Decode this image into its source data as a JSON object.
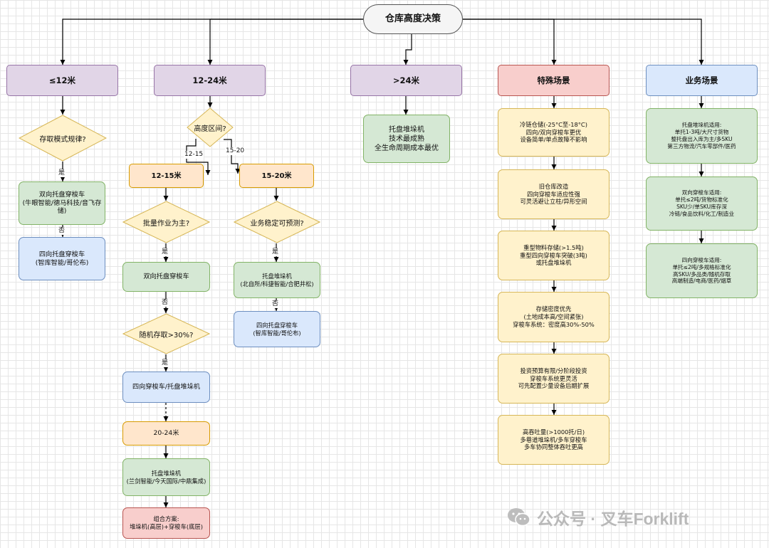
{
  "title": "仓库高度决策",
  "headers": {
    "h12": "≤12米",
    "h1224": "12-24米",
    "h24": ">24米",
    "special": "特殊场景",
    "business": "业务场景"
  },
  "col1": {
    "q": "存取模式规律?",
    "yes": "是",
    "no": "否",
    "a": "双向托盘穿梭车\n(牛眼智能/德马科技/音飞存储)",
    "b": "四向托盘穿梭车\n(智库智能/哥伦布)"
  },
  "col2": {
    "q": "高度区间?",
    "l1215": "12-15",
    "l1520": "15-20",
    "r1215": "12-15米",
    "q_batch": "批量作业为主?",
    "yes1": "是",
    "a1": "双向托盘穿梭车",
    "no1": "否",
    "q_random": "随机存取>30%?",
    "yes2": "是",
    "a2": "四向穿梭车/托盘堆垛机",
    "r2024": "20-24米",
    "a3": "托盘堆垛机\n(兰剑智能/今天国际/中鼎集成)",
    "a4": "组合方案:\n堆垛机(高层)+穿梭车(底层)"
  },
  "col3": {
    "r1520": "15-20米",
    "q": "业务稳定可预测?",
    "yes": "是",
    "a": "托盘堆垛机\n(北自所/科捷智能/合肥井松)",
    "no": "否",
    "b": "四向托盘穿梭车\n(智库智能/哥伦布)"
  },
  "col4": {
    "a": "托盘堆垛机\n技术最成熟\n全生命周期成本最优"
  },
  "special": [
    "冷链仓储(-25°C至-18°C)\n四向/双向穿梭车更优\n设备简单/单点故障不影响",
    "旧仓库改造\n四向穿梭车适应性强\n可灵活避让立柱/异形空间",
    "重型物料存储(>1.5吨)\n重型四向穿梭车突破(3吨)\n或托盘堆垛机",
    "存储密度优先\n(土地成本高/空间紧张)\n穿梭车系统：密度高30%-50%",
    "投资预算有限/分阶段投资\n穿梭车系统更灵活\n可先配置少量设备后期扩展",
    "高吞吐量(>1000托/日)\n多巷道堆垛机/多车穿梭车\n多车协同整体吞吐更高"
  ],
  "business": [
    "托盘堆垛机适用:\n单托1-3吨/大尺寸货物\n整托盘出入库为主/多SKU\n第三方物流/汽车零部件/医药",
    "双向穿梭车适用:\n单托≤2吨/货物标准化\nSKU少/单SKU库存深\n冷链/食品饮料/化工/制造业",
    "四向穿梭车适用:\n单托≤2吨/多规格标准化\n高SKU/多品类/随机存取\n高端制造/电商/医药/烟草"
  ],
  "watermark": "公众号 · 叉车Forklift",
  "watermark_icon": "wechat-icon"
}
